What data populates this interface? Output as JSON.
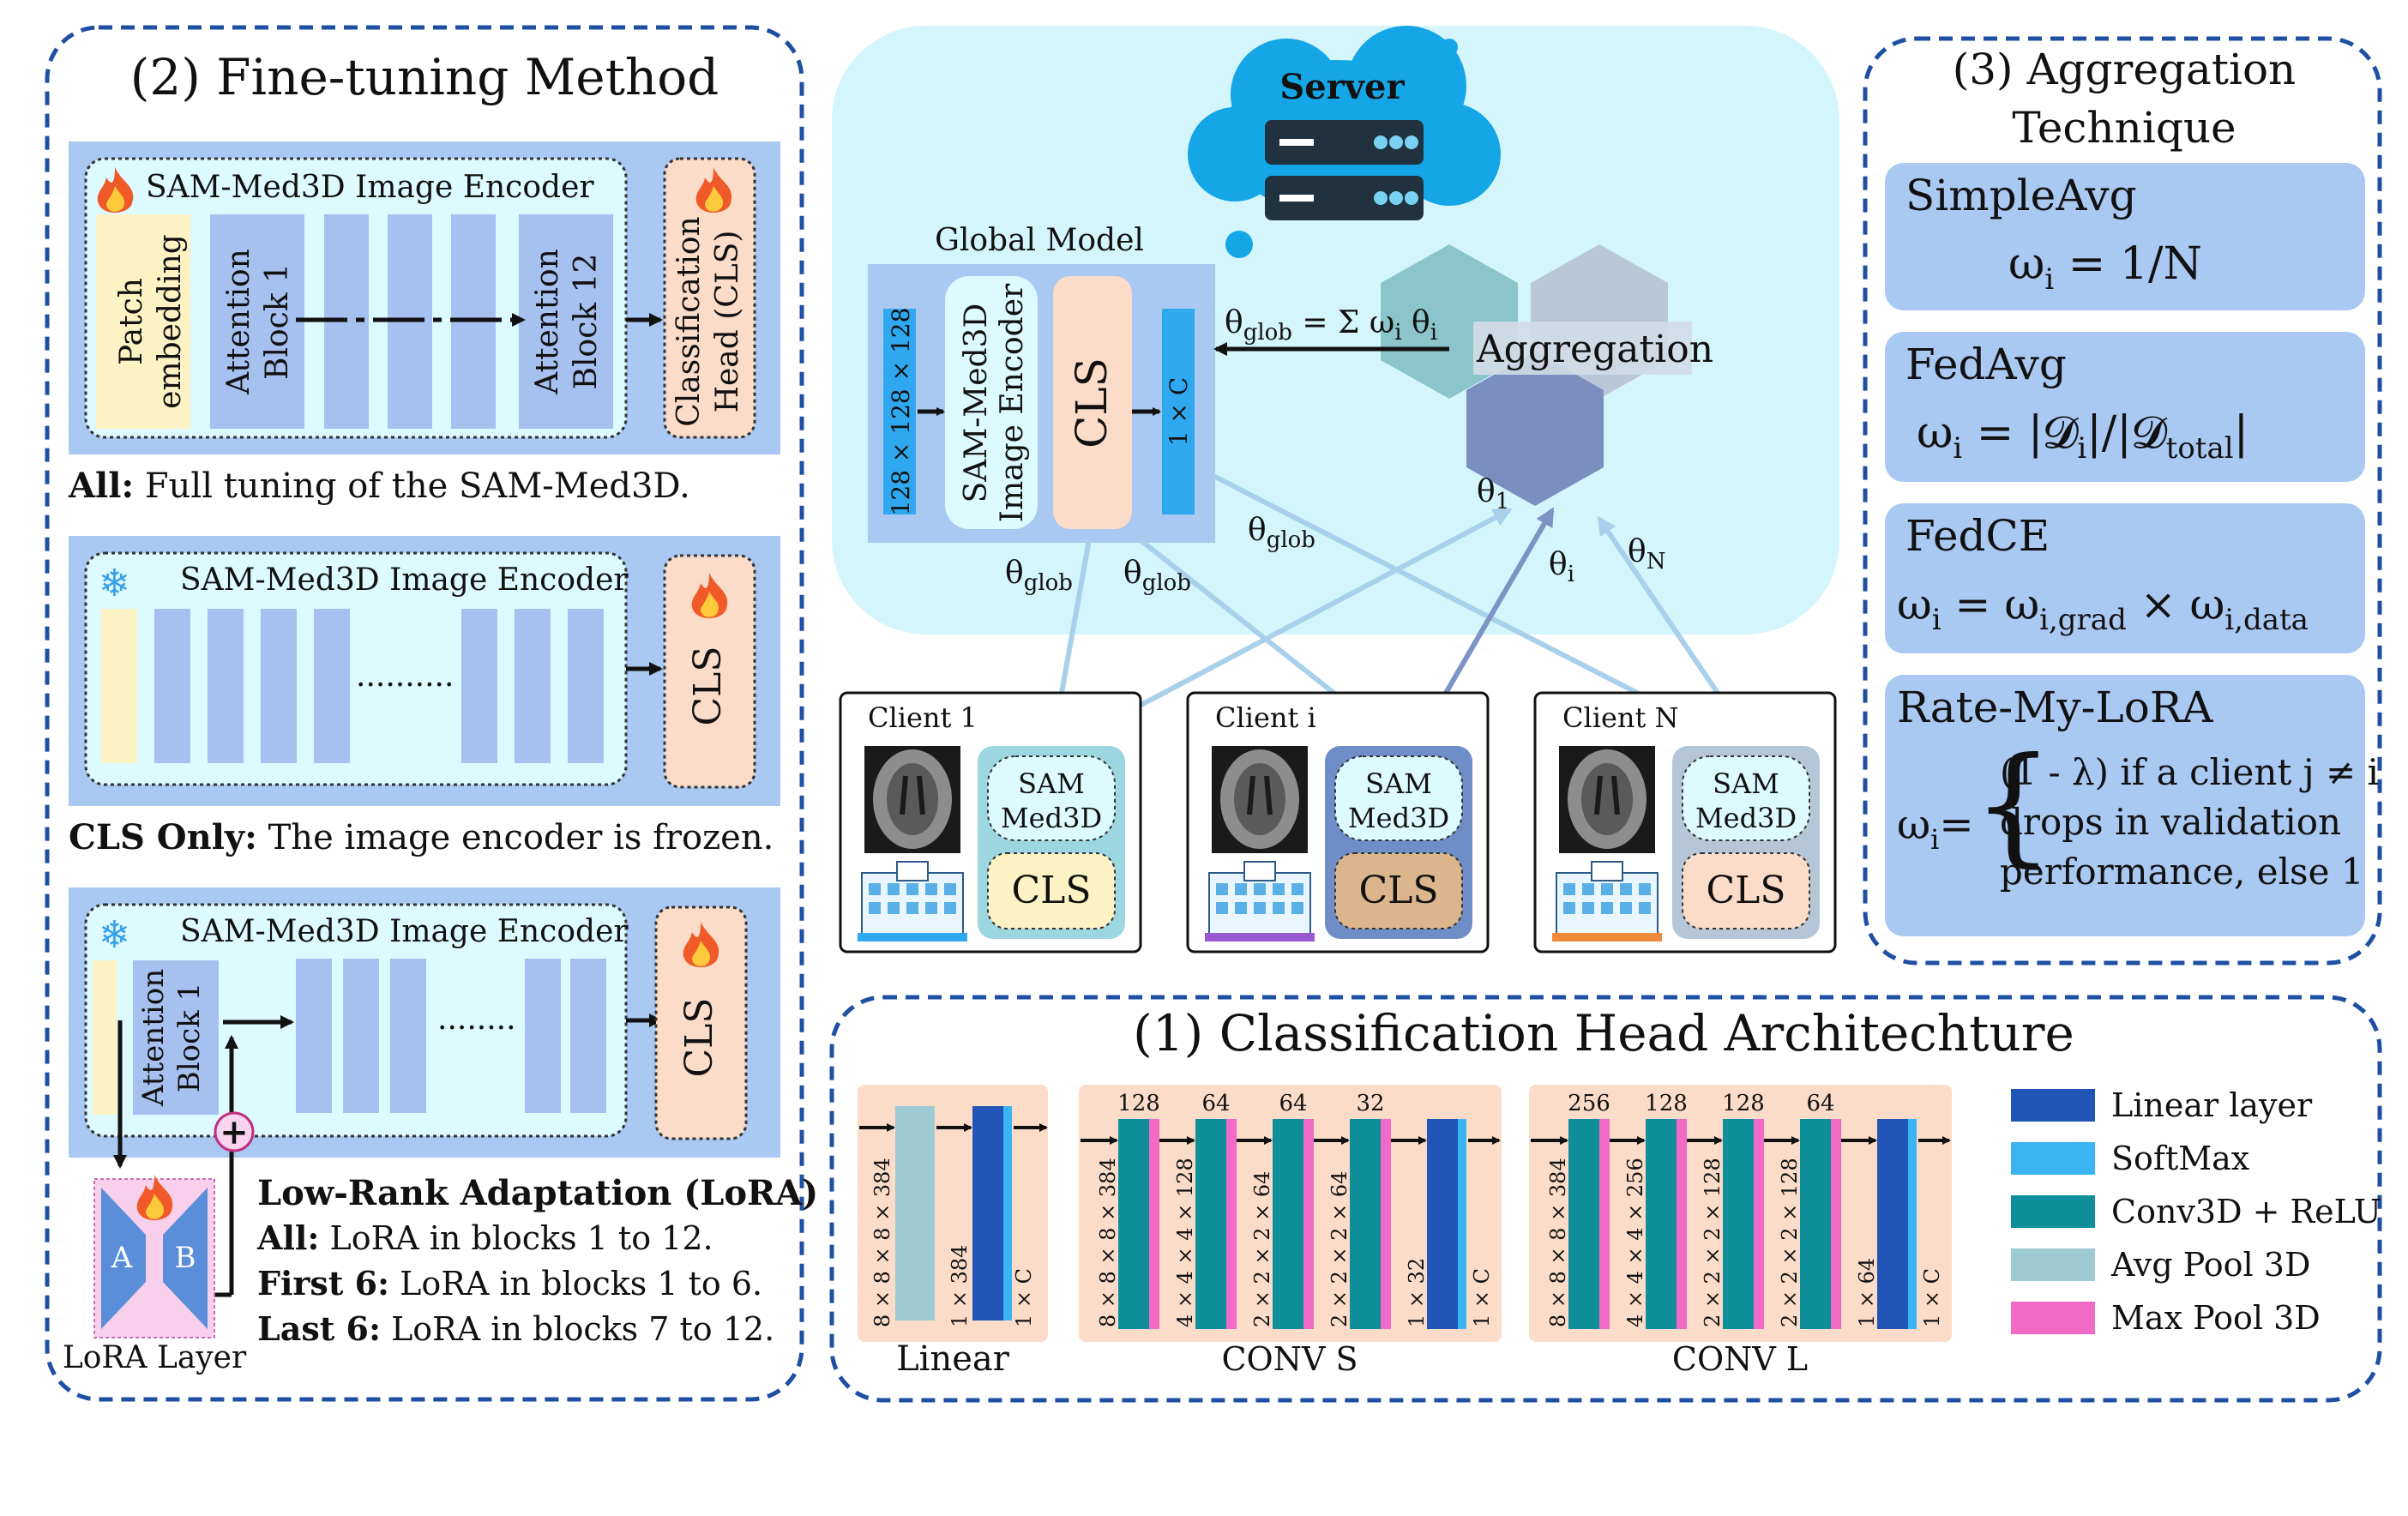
{
  "finetune": {
    "title": "(2) Fine-tuning Method",
    "encoder_label": "SAM-Med3D Image Encoder",
    "patch": [
      "Patch",
      "embedding"
    ],
    "attn1": [
      "Attention",
      "Block 1"
    ],
    "attn12": [
      "Attention",
      "Block 12"
    ],
    "cls_head": [
      "Classification",
      "Head (CLS)"
    ],
    "all_bold": "All:",
    "all_text": " Full tuning of the SAM-Med3D.",
    "cls_short": "CLS",
    "dots": "..........",
    "dots2": "........",
    "clsonly_bold": "CLS Only:",
    "clsonly_text": " The image encoder is frozen.",
    "lora_a": "A",
    "lora_b": "B",
    "lora_layer": "LoRA Layer",
    "lora_title": "Low-Rank Adaptation (LoRA)",
    "lora_lines": [
      {
        "bold": "All:",
        "text": " LoRA in blocks 1 to 12."
      },
      {
        "bold": "First 6:",
        "text": " LoRA in blocks 1 to 6."
      },
      {
        "bold": "Last 6:",
        "text": " LoRA in blocks 7 to 12."
      }
    ]
  },
  "server": {
    "label": "Server",
    "global_model": "Global Model",
    "input_dim": "128 × 128 × 128",
    "encoder": [
      "SAM-Med3D",
      "Image Encoder"
    ],
    "cls": "CLS",
    "out_dim": "1 × C",
    "aggregation": "Aggregation",
    "theta_glob": "θ",
    "glob_sub": "glob",
    "theta_formula_sigma": " = Σ ω",
    "theta_formula_i": "i",
    "theta_formula_theta": " θ",
    "theta1_sub": "1",
    "thetai_sub": "i",
    "thetaN_sub": "N"
  },
  "clients": [
    {
      "name": "Client 1",
      "sam": [
        "SAM",
        "Med3D"
      ],
      "cls": "CLS"
    },
    {
      "name": "Client i",
      "sam": [
        "SAM",
        "Med3D"
      ],
      "cls": "CLS"
    },
    {
      "name": "Client N",
      "sam": [
        "SAM",
        "Med3D"
      ],
      "cls": "CLS"
    }
  ],
  "aggregation_tech": {
    "title": [
      "(3) Aggregation",
      "Technique"
    ],
    "methods": [
      {
        "name": "SimpleAvg",
        "formula": "ω",
        "rest": " = 1/N"
      },
      {
        "name": "FedAvg",
        "formula": "ω",
        "rest": " = |𝓓",
        "rest2": "|/|𝓓",
        "sub2": "total",
        "end": "|"
      },
      {
        "name": "FedCE",
        "formula": "ω",
        "rest": " = ω",
        "sub2": "i,grad",
        "mult": " × ω",
        "sub3": "i,data"
      },
      {
        "name": "Rate-My-LoRA",
        "formula": "ω",
        "rest": "=",
        "lines": [
          "(1 - λ) if a client j ≠ i",
          "drops in validation",
          "performance, else 1"
        ]
      }
    ]
  },
  "cls_arch": {
    "title": "(1) Classification Head Architechture",
    "linear_label": "Linear",
    "linear_dims": [
      "8 × 8 × 8 × 384",
      "1 × 384",
      "1 × C"
    ],
    "convs_label": "CONV S",
    "convs_tops": [
      "128",
      "64",
      "64",
      "32"
    ],
    "convs_dims": [
      "8 × 8 × 8 × 384",
      "4 × 4 × 4 × 128",
      "2 × 2 × 2 × 64",
      "2 × 2 × 2 × 64",
      "1 × 32",
      "1 × C"
    ],
    "convl_label": "CONV L",
    "convl_tops": [
      "256",
      "128",
      "128",
      "64"
    ],
    "convl_dims": [
      "8 × 8 × 8 × 384",
      "4 × 4 × 4 × 256",
      "2 × 2 × 2 × 128",
      "2 × 2 × 2 × 128",
      "1 × 64",
      "1 × C"
    ],
    "legend": [
      {
        "label": "Linear layer",
        "color": "#2255b8"
      },
      {
        "label": "SoftMax",
        "color": "#3bb4f2"
      },
      {
        "label": "Conv3D + ReLU",
        "color": "#0e8f9a"
      },
      {
        "label": "Avg Pool 3D",
        "color": "#9ecbd3"
      },
      {
        "label": "Max Pool 3D",
        "color": "#f06ac6"
      }
    ]
  },
  "colors": {
    "dashed_border": "#1e4fa3",
    "panel_blue": "#a9c8f2",
    "inner_cyan": "#dcfaff",
    "block_blue": "#a6c1ef",
    "cream": "#fdf2c4",
    "peach": "#fbdcc8",
    "server_bg": "#d4f5fb"
  }
}
